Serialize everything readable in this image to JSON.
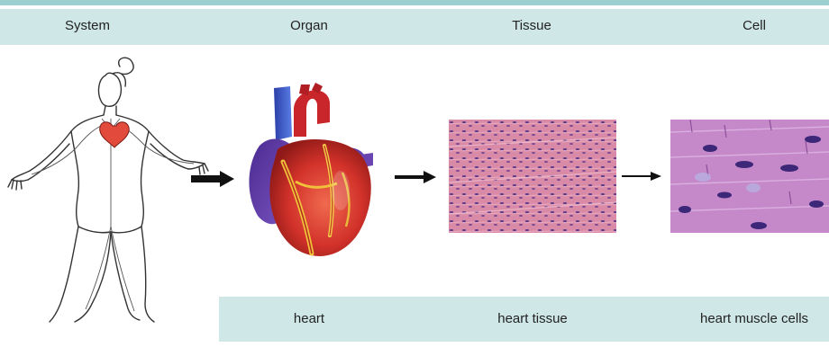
{
  "header": {
    "labels": [
      "System",
      "Organ",
      "Tissue",
      "Cell"
    ]
  },
  "footer": {
    "labels": [
      "heart",
      "heart tissue",
      "heart muscle cells"
    ]
  },
  "colors": {
    "header_bg": "#cfe7e7",
    "top_strip": "#9cd0d0",
    "heart_red": "#d9362c",
    "vessel_blue": "#3a5bd0",
    "vein_purple": "#6a3fa0",
    "tissue_pink": "#d68aa8",
    "cell_lilac": "#c58ac9",
    "nucleus": "#4a2d82"
  },
  "icons": [
    "human-body-figure",
    "heart-organ-image",
    "tissue-micrograph",
    "cell-micrograph",
    "arrow-icon"
  ]
}
